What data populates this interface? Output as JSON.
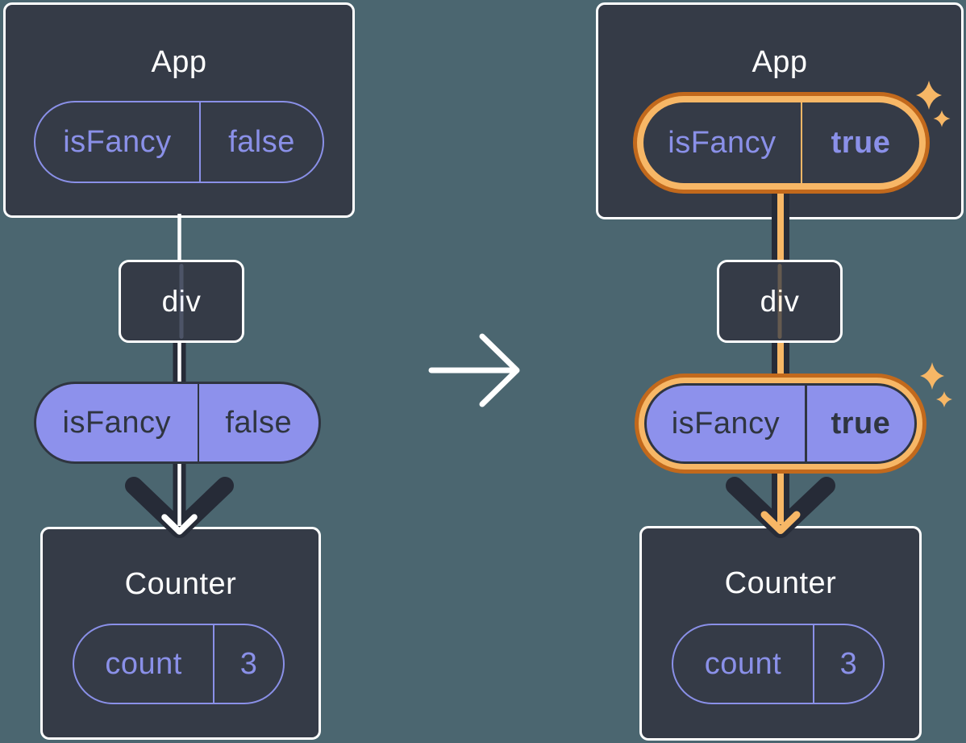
{
  "colors": {
    "background": "#4b6670",
    "box_fill": "#353b47",
    "box_border": "#ffffff",
    "purple": "#8a90e8",
    "purple_fill": "#8d91ec",
    "slate_text": "#2f3540",
    "arrow_dark": "#262b37",
    "orange_dark": "#c2691c",
    "orange_light": "#f7b766",
    "white": "#ffffff"
  },
  "before": {
    "app": {
      "title": "App",
      "state_pill": {
        "key": "isFancy",
        "value": "false"
      }
    },
    "div": {
      "label": "div"
    },
    "prop_pill": {
      "key": "isFancy",
      "value": "false"
    },
    "counter": {
      "title": "Counter",
      "state_pill": {
        "key": "count",
        "value": "3"
      }
    }
  },
  "after": {
    "app": {
      "title": "App",
      "state_pill": {
        "key": "isFancy",
        "value": "true"
      }
    },
    "div": {
      "label": "div"
    },
    "prop_pill": {
      "key": "isFancy",
      "value": "true"
    },
    "counter": {
      "title": "Counter",
      "state_pill": {
        "key": "count",
        "value": "3"
      }
    }
  }
}
